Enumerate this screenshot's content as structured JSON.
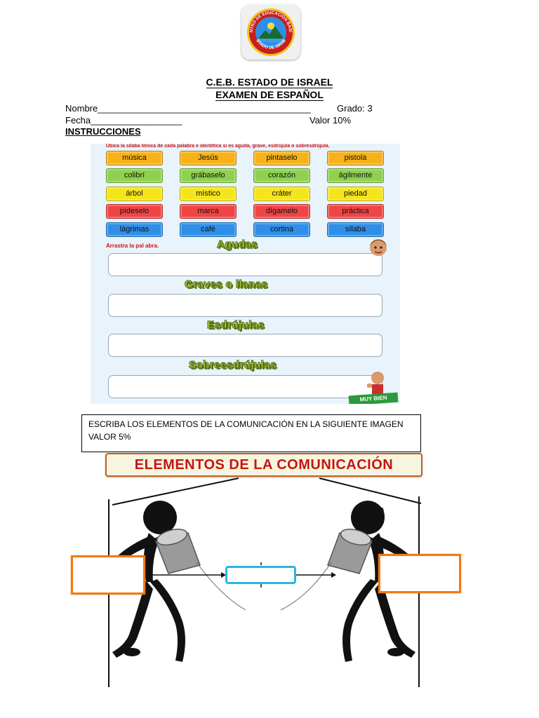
{
  "header": {
    "title": "C.E.B. ESTADO DE ISRAEL",
    "subtitle": "EXAMEN DE ESPAÑOL",
    "nombre_label": "Nombre",
    "nombre_blank": "__________________________________________",
    "grado": "Grado: 3",
    "fecha_label": "Fecha",
    "fecha_blank": "__________________",
    "valor": "Valor 10%",
    "instrucciones": "INSTRUCCIONES"
  },
  "logo": {
    "seal_top_text": "CENTRO DE EDUCACION BASICA",
    "seal_bottom_text": "ESTADO DE ISRAEL"
  },
  "activity": {
    "instruction": "Ubica la sílaba tónica de cada palabra e identifica si es aguda, grave, esdrújula o sobresdrújula.",
    "words": [
      {
        "text": "música",
        "color": "#f7b21a"
      },
      {
        "text": "Jesús",
        "color": "#f7b21a"
      },
      {
        "text": "pintaselo",
        "color": "#f7b21a"
      },
      {
        "text": "pistola",
        "color": "#f7b21a"
      },
      {
        "text": "colibrí",
        "color": "#8fd14f"
      },
      {
        "text": "grábaselo",
        "color": "#8fd14f"
      },
      {
        "text": "corazón",
        "color": "#8fd14f"
      },
      {
        "text": "ágilmente",
        "color": "#8fd14f"
      },
      {
        "text": "árbol",
        "color": "#f5e51c"
      },
      {
        "text": "místico",
        "color": "#f5e51c"
      },
      {
        "text": "cráter",
        "color": "#f5e51c"
      },
      {
        "text": "piedad",
        "color": "#f5e51c"
      },
      {
        "text": "pídeselo",
        "color": "#ef4545"
      },
      {
        "text": "marca",
        "color": "#ef4545"
      },
      {
        "text": "dígamelo",
        "color": "#ef4545"
      },
      {
        "text": "práctica",
        "color": "#ef4545"
      },
      {
        "text": "lágrimas",
        "color": "#2f8fe8"
      },
      {
        "text": "café",
        "color": "#2f8fe8"
      },
      {
        "text": "cortina",
        "color": "#2f8fe8"
      },
      {
        "text": "sílaba",
        "color": "#2f8fe8"
      }
    ],
    "drag_label": "Arrastra la pal  abra.",
    "categories": [
      "Agudas",
      "Graves o llanas",
      "Esdrújulas",
      "Sobreesdrújulas"
    ],
    "badge": "MUY BIEN"
  },
  "task": {
    "line1": "ESCRIBA LOS ELEMENTOS DE LA COMUNICACIÓN EN LA SIGUIENTE IMAGEN",
    "line2": "VALOR 5%"
  },
  "banner": {
    "title": "ELEMENTOS DE LA COMUNICACIÓN"
  }
}
